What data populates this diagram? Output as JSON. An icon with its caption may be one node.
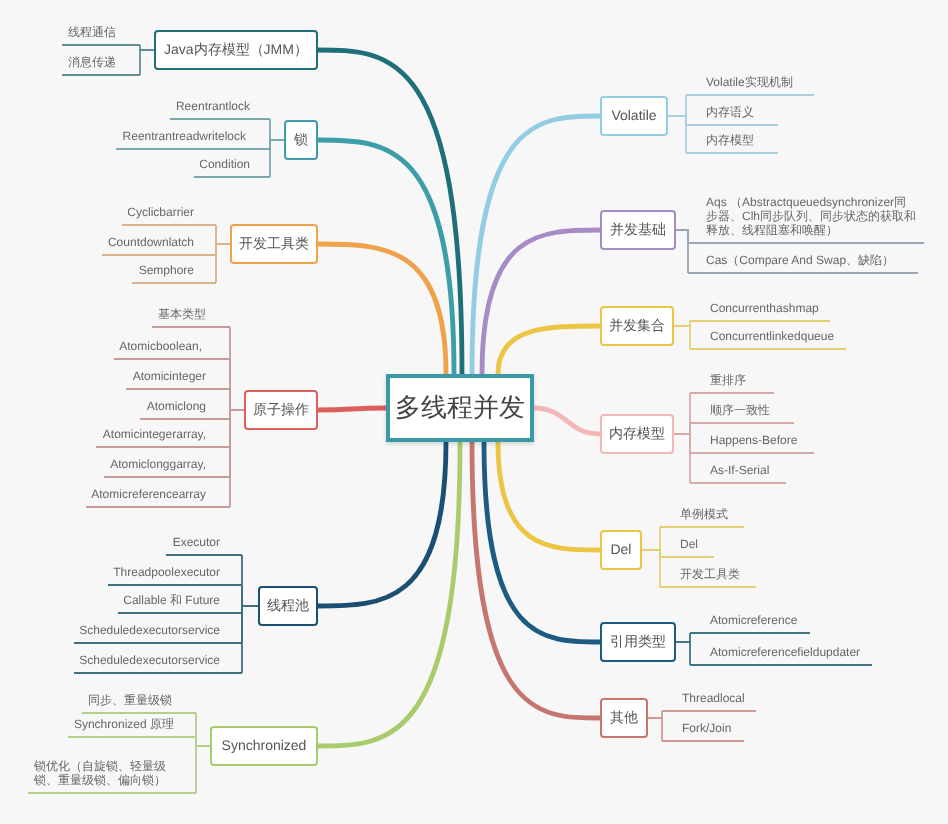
{
  "diagram": {
    "nodes": [
      {
        "text": [
          "多线程并发"
        ]
      },
      {
        "text": [
          "Java内存模型（JMM）"
        ]
      },
      {
        "text": [
          "线程通信"
        ]
      },
      {
        "text": [
          "消息传递"
        ]
      },
      {
        "text": [
          "锁"
        ]
      },
      {
        "text": [
          "Reentrantlock"
        ]
      },
      {
        "text": [
          "Reentrantreadwritelock"
        ]
      },
      {
        "text": [
          "Condition"
        ]
      },
      {
        "text": [
          "开发工具类"
        ]
      },
      {
        "text": [
          "Cyclicbarrier"
        ]
      },
      {
        "text": [
          "Countdownlatch"
        ]
      },
      {
        "text": [
          "Semphore"
        ]
      },
      {
        "text": [
          "原子操作"
        ]
      },
      {
        "text": [
          "基本类型"
        ]
      },
      {
        "text": [
          "Atomicboolean,"
        ]
      },
      {
        "text": [
          "Atomicinteger"
        ]
      },
      {
        "text": [
          "Atomiclong"
        ]
      },
      {
        "text": [
          "Atomicintegerarray,"
        ]
      },
      {
        "text": [
          "Atomiclonggarray,"
        ]
      },
      {
        "text": [
          "Atomicreferencearray"
        ]
      },
      {
        "text": [
          "线程池"
        ]
      },
      {
        "text": [
          "Executor"
        ]
      },
      {
        "text": [
          "Threadpoolexecutor"
        ]
      },
      {
        "text": [
          "Callable 和 Future"
        ]
      },
      {
        "text": [
          "Scheduledexecutorservice"
        ]
      },
      {
        "text": [
          "Scheduledexecutorservice"
        ]
      },
      {
        "text": [
          "Synchronized"
        ]
      },
      {
        "text": [
          "同步、重量级锁"
        ]
      },
      {
        "text": [
          "Synchronized 原理"
        ]
      },
      {
        "text": [
          "锁优化（自旋锁、轻量级锁、重量级锁、偏向锁）"
        ]
      },
      {
        "text": [
          "Volatile"
        ]
      },
      {
        "text": [
          "Volatile实现机制"
        ]
      },
      {
        "text": [
          "内存语义"
        ]
      },
      {
        "text": [
          "内存模型"
        ]
      },
      {
        "text": [
          "并发基础"
        ]
      },
      {
        "text": [
          "Aqs （Abstractqueuedsynchronizer同步器、Clh同步队列、同步状态的获取和释放、线程阻塞和唤醒）"
        ]
      },
      {
        "text": [
          "Cas（Compare And Swap、缺陷）"
        ]
      },
      {
        "text": [
          "并发集合"
        ]
      },
      {
        "text": [
          "Concurrenthashmap"
        ]
      },
      {
        "text": [
          "Concurrentlinkedqueue"
        ]
      },
      {
        "text": [
          "内存模型"
        ]
      },
      {
        "text": [
          "重排序"
        ]
      },
      {
        "text": [
          "顺序一致性"
        ]
      },
      {
        "text": [
          "Happens-Before"
        ]
      },
      {
        "text": [
          "As-If-Serial"
        ]
      },
      {
        "text": [
          "Del"
        ]
      },
      {
        "text": [
          "单例模式"
        ]
      },
      {
        "text": [
          "Del"
        ]
      },
      {
        "text": [
          "开发工具类"
        ]
      },
      {
        "text": [
          "引用类型"
        ]
      },
      {
        "text": [
          "Atomicreference"
        ]
      },
      {
        "text": [
          "Atomicreferencefieldupdater"
        ]
      },
      {
        "text": [
          "其他"
        ]
      },
      {
        "text": [
          "Threadlocal"
        ]
      },
      {
        "text": [
          "Fork/Join"
        ]
      }
    ],
    "edges": [
      {
        "from": 0,
        "to": 1,
        "arrow": "none",
        "style": "thick",
        "color": "#1d6f7a"
      },
      {
        "from": 0,
        "to": 4,
        "arrow": "none",
        "style": "thick",
        "color": "#3c9ea8"
      },
      {
        "from": 0,
        "to": 8,
        "arrow": "none",
        "style": "thick",
        "color": "#efa24a"
      },
      {
        "from": 0,
        "to": 12,
        "arrow": "none",
        "style": "thick",
        "color": "#dc5f5a"
      },
      {
        "from": 0,
        "to": 20,
        "arrow": "none",
        "style": "thick",
        "color": "#1c4e73"
      },
      {
        "from": 0,
        "to": 26,
        "arrow": "none",
        "style": "thick",
        "color": "#a8cc6c"
      },
      {
        "from": 0,
        "to": 30,
        "arrow": "none",
        "style": "thick",
        "color": "#93cde4"
      },
      {
        "from": 0,
        "to": 34,
        "arrow": "none",
        "style": "thick",
        "color": "#a68bc6"
      },
      {
        "from": 0,
        "to": 37,
        "arrow": "none",
        "style": "thick",
        "color": "#edc545"
      },
      {
        "from": 0,
        "to": 40,
        "arrow": "none",
        "style": "thick",
        "color": "#f2b8b8"
      },
      {
        "from": 0,
        "to": 45,
        "arrow": "none",
        "style": "thick",
        "color": "#edc545"
      },
      {
        "from": 0,
        "to": 49,
        "arrow": "none",
        "style": "thick",
        "color": "#1e5b82"
      },
      {
        "from": 0,
        "to": 52,
        "arrow": "none",
        "style": "thick",
        "color": "#c4766f"
      },
      {
        "from": 1,
        "to": 2,
        "arrow": "none",
        "color": "#5f8f95"
      },
      {
        "from": 1,
        "to": 3,
        "arrow": "none",
        "color": "#5f8f95"
      },
      {
        "from": 4,
        "to": 5,
        "arrow": "none",
        "color": "#7aa9b0"
      },
      {
        "from": 4,
        "to": 6,
        "arrow": "none",
        "color": "#7aa9b0"
      },
      {
        "from": 4,
        "to": 7,
        "arrow": "none",
        "color": "#7aa9b0"
      },
      {
        "from": 8,
        "to": 9,
        "arrow": "none",
        "color": "#d9b38a"
      },
      {
        "from": 8,
        "to": 10,
        "arrow": "none",
        "color": "#d9b38a"
      },
      {
        "from": 8,
        "to": 11,
        "arrow": "none",
        "color": "#d9b38a"
      },
      {
        "from": 12,
        "to": 13,
        "arrow": "none",
        "color": "#c99a9a"
      },
      {
        "from": 12,
        "to": 14,
        "arrow": "none",
        "color": "#c99a9a"
      },
      {
        "from": 12,
        "to": 15,
        "arrow": "none",
        "color": "#c99a9a"
      },
      {
        "from": 12,
        "to": 16,
        "arrow": "none",
        "color": "#c99a9a"
      },
      {
        "from": 12,
        "to": 17,
        "arrow": "none",
        "color": "#c99a9a"
      },
      {
        "from": 12,
        "to": 18,
        "arrow": "none",
        "color": "#c99a9a"
      },
      {
        "from": 12,
        "to": 19,
        "arrow": "none",
        "color": "#c99a9a"
      },
      {
        "from": 20,
        "to": 21,
        "arrow": "none",
        "color": "#3f6f80"
      },
      {
        "from": 20,
        "to": 22,
        "arrow": "none",
        "color": "#3f6f80"
      },
      {
        "from": 20,
        "to": 23,
        "arrow": "none",
        "color": "#3f6f80"
      },
      {
        "from": 20,
        "to": 24,
        "arrow": "none",
        "color": "#3f6f80"
      },
      {
        "from": 20,
        "to": 25,
        "arrow": "none",
        "color": "#3f6f80"
      },
      {
        "from": 26,
        "to": 27,
        "arrow": "none",
        "color": "#b5cf8a"
      },
      {
        "from": 26,
        "to": 28,
        "arrow": "none",
        "color": "#b5cf8a"
      },
      {
        "from": 26,
        "to": 29,
        "arrow": "none",
        "color": "#b5cf8a"
      },
      {
        "from": 30,
        "to": 31,
        "arrow": "none",
        "color": "#a9cfe0"
      },
      {
        "from": 30,
        "to": 32,
        "arrow": "none",
        "color": "#a9cfe0"
      },
      {
        "from": 30,
        "to": 33,
        "arrow": "none",
        "color": "#a9cfe0"
      },
      {
        "from": 34,
        "to": 35,
        "arrow": "none",
        "color": "#9aa5b8"
      },
      {
        "from": 34,
        "to": 36,
        "arrow": "none",
        "color": "#9aa5b8"
      },
      {
        "from": 37,
        "to": 38,
        "arrow": "none",
        "color": "#e6cf70"
      },
      {
        "from": 37,
        "to": 39,
        "arrow": "none",
        "color": "#e6cf70"
      },
      {
        "from": 40,
        "to": 41,
        "arrow": "none",
        "color": "#d7a9a9"
      },
      {
        "from": 40,
        "to": 42,
        "arrow": "none",
        "color": "#d7a9a9"
      },
      {
        "from": 40,
        "to": 43,
        "arrow": "none",
        "color": "#d7a9a9"
      },
      {
        "from": 40,
        "to": 44,
        "arrow": "none",
        "color": "#d7a9a9"
      },
      {
        "from": 45,
        "to": 46,
        "arrow": "none",
        "color": "#e6cf70"
      },
      {
        "from": 45,
        "to": 47,
        "arrow": "none",
        "color": "#e6cf70"
      },
      {
        "from": 45,
        "to": 48,
        "arrow": "none",
        "color": "#e6cf70"
      },
      {
        "from": 49,
        "to": 50,
        "arrow": "none",
        "color": "#3f7585"
      },
      {
        "from": 49,
        "to": 51,
        "arrow": "none",
        "color": "#3f7585"
      },
      {
        "from": 52,
        "to": 53,
        "arrow": "none",
        "color": "#d09a94"
      },
      {
        "from": 52,
        "to": 54,
        "arrow": "none",
        "color": "#d09a94"
      }
    ]
  }
}
